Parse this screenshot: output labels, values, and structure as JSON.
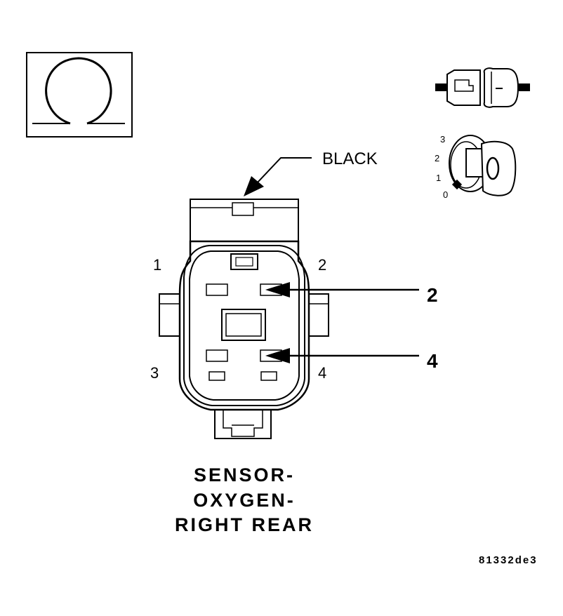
{
  "connector": {
    "color_label": "BLACK",
    "cavity_labels": [
      "1",
      "2",
      "3",
      "4"
    ],
    "callouts": [
      "2",
      "4"
    ]
  },
  "title": {
    "line1": "SENSOR-",
    "line2": "OXYGEN-",
    "line3": "RIGHT REAR"
  },
  "ignition_key": {
    "positions": [
      "3",
      "2",
      "1",
      "0"
    ]
  },
  "figure_code": "81332de3"
}
